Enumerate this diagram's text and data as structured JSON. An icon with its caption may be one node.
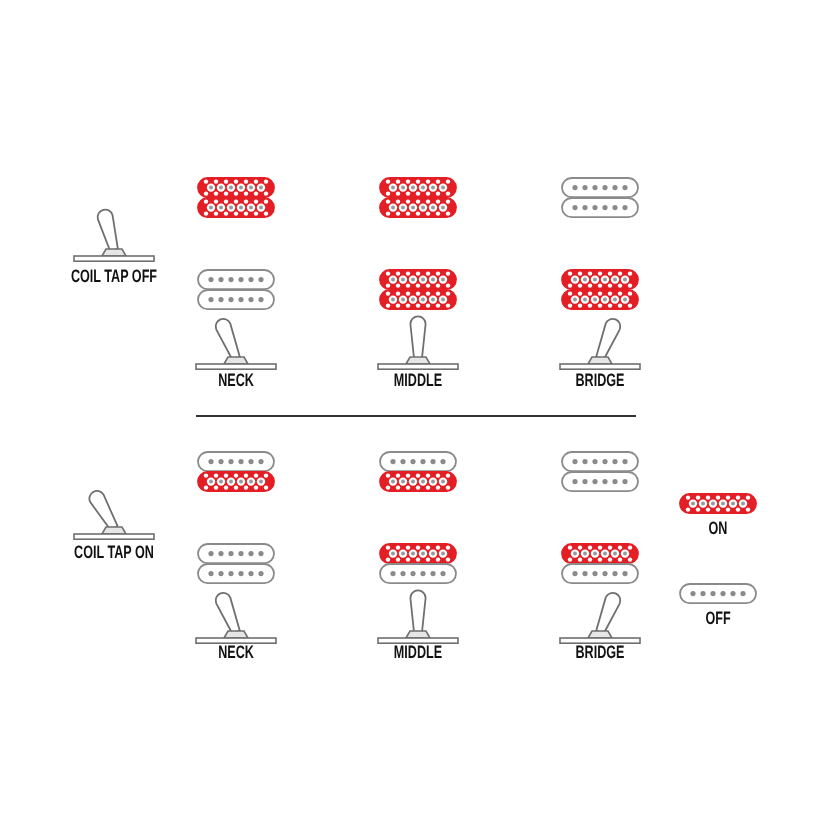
{
  "diagram": {
    "labels": [
      "COIL TAP OFF",
      "NECK",
      "MIDDLE",
      "BRIDGE",
      "COIL TAP ON",
      "NECK",
      "MIDDLE",
      "BRIDGE"
    ],
    "legend": [
      {
        "text": "ON",
        "color": "#e31e24"
      },
      {
        "text": "OFF"
      }
    ]
  }
}
